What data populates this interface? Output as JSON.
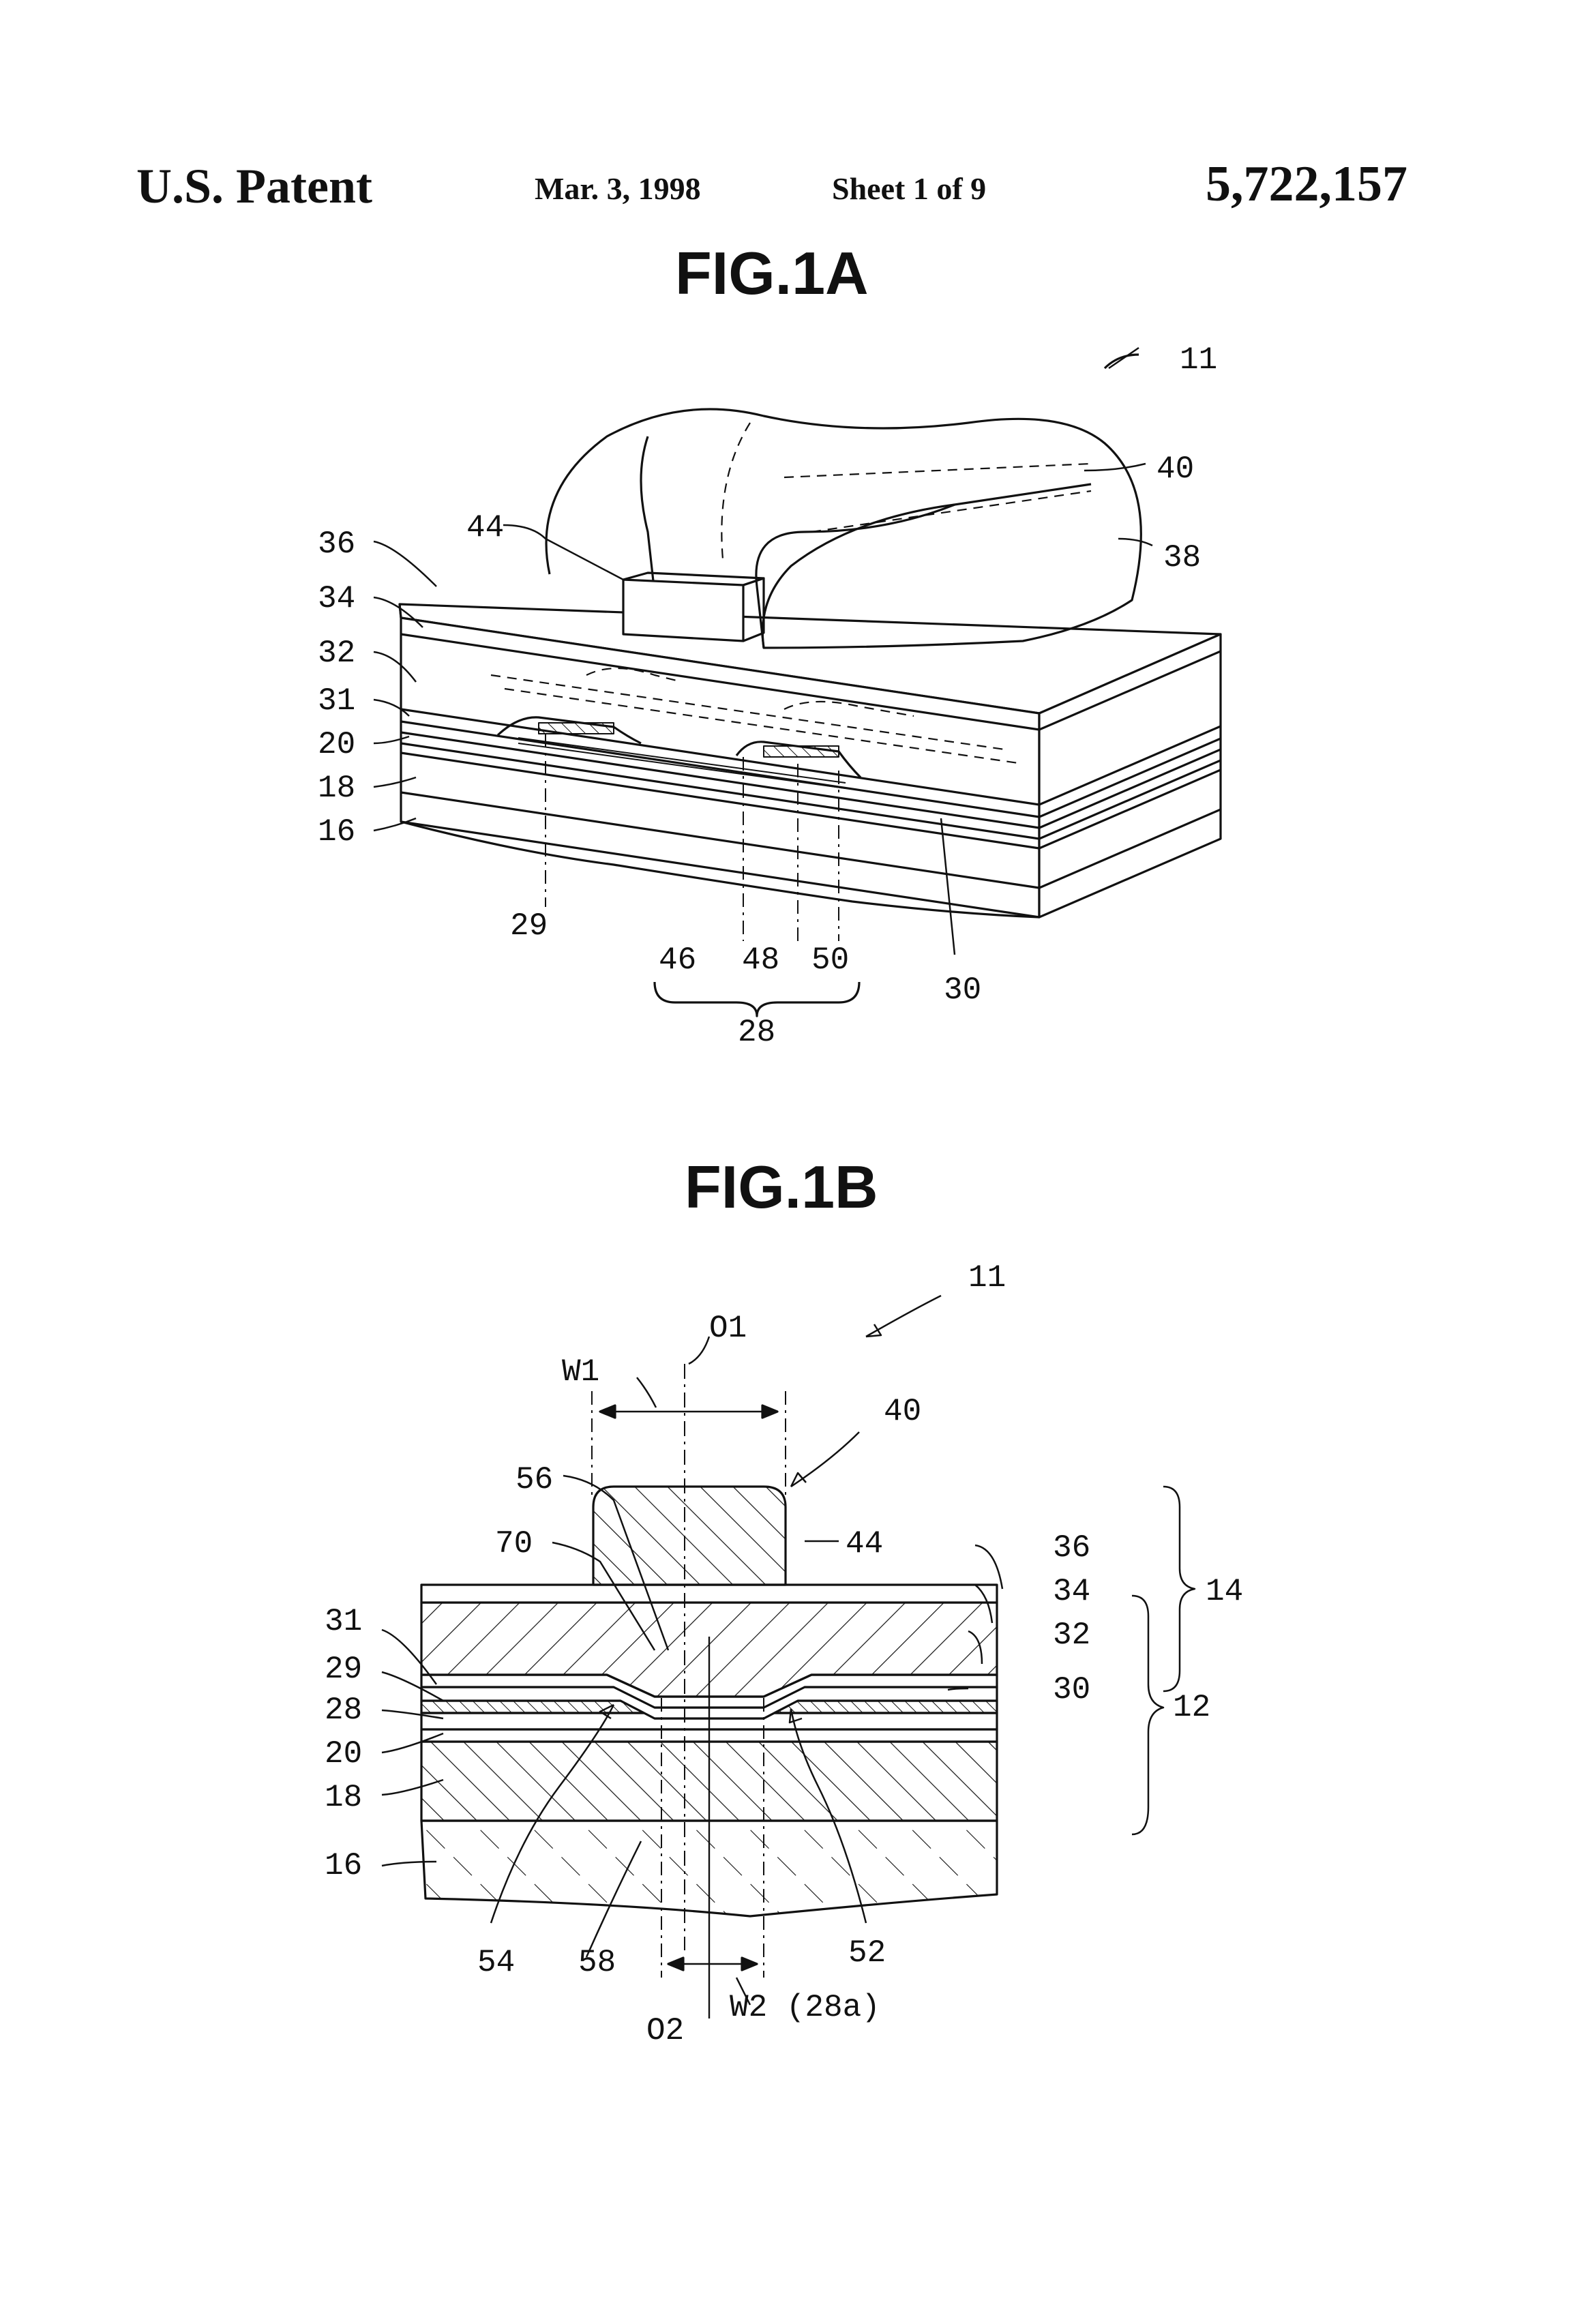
{
  "header": {
    "title": "U.S. Patent",
    "date": "Mar. 3, 1998",
    "sheet": "Sheet 1 of 9",
    "patent_number": "5,722,157"
  },
  "fig1a": {
    "title": "FIG.1A",
    "labels": {
      "device": "11",
      "l40": "40",
      "l38": "38",
      "l44": "44",
      "l36": "36",
      "l34": "34",
      "l32": "32",
      "l31": "31",
      "l20": "20",
      "l18": "18",
      "l16": "16",
      "l29": "29",
      "l46": "46",
      "l48": "48",
      "l50": "50",
      "l28": "28",
      "l30": "30"
    }
  },
  "fig1b": {
    "title": "FIG.1B",
    "labels": {
      "device": "11",
      "o1": "O1",
      "w1": "W1",
      "l40": "40",
      "l56": "56",
      "l44": "44",
      "l70": "70",
      "l36": "36",
      "l34": "34",
      "l32": "32",
      "l30": "30",
      "l14": "14",
      "l12": "12",
      "l31": "31",
      "l29": "29",
      "l28": "28",
      "l20": "20",
      "l18": "18",
      "l16": "16",
      "l54": "54",
      "l58": "58",
      "l52": "52",
      "o2": "O2",
      "w2": "W2 (28a)"
    }
  }
}
